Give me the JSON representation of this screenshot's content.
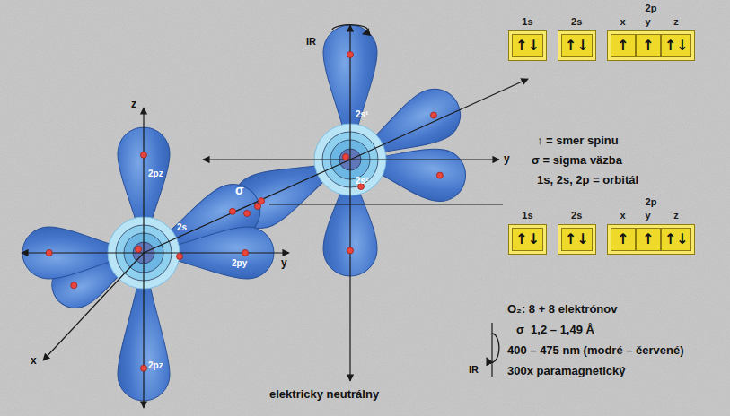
{
  "diagram": {
    "nodes": [
      {
        "text": [
          "1s",
          "↑↓"
        ]
      },
      {
        "text": [
          "2s",
          "↑↓"
        ]
      },
      {
        "text": [
          "2p"
        ]
      },
      {
        "text": [
          "x",
          "↑"
        ],
        "in": 2
      },
      {
        "text": [
          "y",
          "↑"
        ],
        "in": 2
      },
      {
        "text": [
          "z",
          "↑↓"
        ],
        "in": 2
      },
      {
        "text": [
          "1s",
          "↑↓"
        ]
      },
      {
        "text": [
          "2s",
          "↑↓"
        ]
      },
      {
        "text": [
          "2p"
        ]
      },
      {
        "text": [
          "x",
          "↑"
        ],
        "in": 8
      },
      {
        "text": [
          "y",
          "↑"
        ],
        "in": 8
      },
      {
        "text": [
          "z",
          "↑↓"
        ],
        "in": 8
      }
    ],
    "labels": [
      "IR",
      "IR",
      "z",
      "y",
      "x",
      "y",
      "σ",
      "2s¹",
      "2s²",
      "2pz",
      "2s",
      "2py",
      "2pz",
      "↑ = smer spinu",
      "σ = sigma väzba",
      "1s, 2s, 2p = orbitál",
      "O₂: 8 + 8 elektrónov",
      "σ  1,2 – 1,49 Å",
      "400 – 475 nm (modré – červené)",
      "300x paramagnetický",
      "elektricky neutrálny"
    ]
  }
}
